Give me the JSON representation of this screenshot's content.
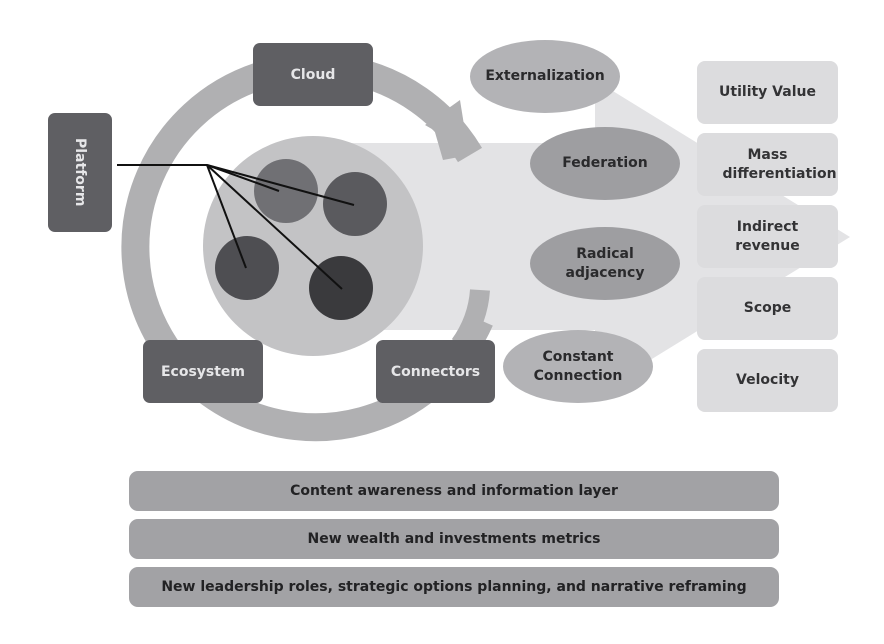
{
  "diagram": {
    "platform": "Platform",
    "cycle": {
      "nodes": [
        "Cloud",
        "Ecosystem",
        "Connectors"
      ]
    },
    "drivers": [
      "Externalization",
      "Federation",
      "Radical adjacency",
      "Constant Connection"
    ],
    "values": [
      "Utility Value",
      "Mass differentiation",
      "Indirect revenue",
      "Scope",
      "Velocity"
    ],
    "foundation_layers": [
      "Content awareness and information layer",
      "New wealth and investments metrics",
      "New leadership roles, strategic options planning, and narrative reframing"
    ],
    "colors": {
      "dark_node": "#5f5f63",
      "ring": "#b0b0b2",
      "inner_disc": "#c3c3c5",
      "arrow_band": "#e3e3e5",
      "ellipse": "#9e9ea1",
      "value_box": "#dcdcde",
      "layer_bar": "#a2a2a5"
    }
  }
}
